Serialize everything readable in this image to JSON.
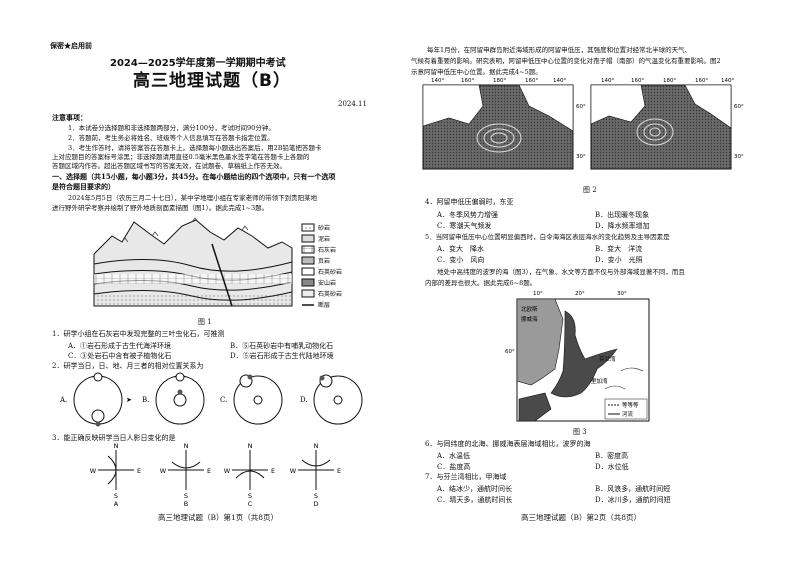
{
  "left": {
    "confidential": "保密★启用前",
    "exam_title": "2024—2025学年度第一学期期中考试",
    "subject_title": "高三地理试题（B）",
    "date": "2024.11",
    "notice_heading": "注意事项：",
    "notices": [
      "1．本试卷分选择题和非选择题两部分，满分100分，考试时间90分钟。",
      "2．答题前，考生务必将姓名、班级等个人信息填写在答题卡指定位置。",
      "3．考生作答时，请将答案答在答题卡上。选择题每小题选出答案后，用2B铅笔把答题卡",
      "上对应题目的答案标号涂黑；非选择题请用直径0.5毫米黑色墨水签字笔在答题卡上各题的",
      "答题区域内作答。超出答题区域书写的答案无效，在试题卷、草稿纸上作答无效。"
    ],
    "section1_a": "一、选择题（共15小题，每小题3分，共45分。在每小题给出的四个选项中，只有一个选项",
    "section1_b": "是符合题目要求的）",
    "intro_a": "2024年5月5日（农历三月二十七日），某中学地理小组在专家老师的带领下到贵阳某地",
    "intro_b": "进行野外研学考察并绘制了野外地质剖面素描图（图1）。据此完成1~3题。",
    "fig1_legend": [
      "砂岩",
      "泥岩",
      "石灰岩",
      "页岩",
      "石英砂岩",
      "安山岩",
      "石英砂岩",
      "断层"
    ],
    "fig1_caption": "图 1",
    "q1": "1．研学小组在石灰岩中发现完整的三叶虫化石，可推测",
    "q1_opts": [
      "A．①岩石形成于古生代海洋环境",
      "B．⑤石英砂岩中有哺乳动物化石",
      "C．③处岩石中含有被子植物化石",
      "D．⑤岩石形成于古生代陆地环境"
    ],
    "q2": "2．研学当日，日、地、月三者的相对位置关系为",
    "q2_letters": [
      "A.",
      "B.",
      "C.",
      "D."
    ],
    "q3": "3．能正确反映研学当日人影日变化的是",
    "q3_letters": [
      "A",
      "B",
      "C",
      "D"
    ],
    "compass": [
      "N",
      "S",
      "W",
      "E"
    ],
    "footer": "高三地理试题（B）第1页（共8页）"
  },
  "right": {
    "intro_a": "每年1月份，在阿留申群岛附近海域形成的阿留申低压，其强度和位置对经常北半球的天气、",
    "intro_b": "气候有着重要的影响。研究表明，阿留申低压中心位置的变化对孢子帽（南部）的气温变化有重要影响。图2",
    "intro_c": "示意阿留申低压中心位置。据此完成4~5题。",
    "fig2_lon_labels": [
      "140°",
      "160°",
      "180°",
      "160°",
      "140°",
      "140°",
      "160°",
      "180°",
      "160°",
      "140°"
    ],
    "fig2_lat_labels": [
      "60°",
      "30°",
      "60°",
      "30°"
    ],
    "fig2_caption": "图 2",
    "q4": "4．阿留申低压偏弱时，东亚",
    "q4_opts": [
      "A．冬季风势力增强",
      "B．出现暖冬现象",
      "C．寒潮天气频发",
      "D．降水频率增加"
    ],
    "q5": "5．当阿留申低压中心位置明显偏西时，白令海海区表层海水的变化趋势及主导因素是",
    "q5_opts": [
      "A．变大　降水",
      "B．变大　洋流",
      "C．变小　风向",
      "D．变小　光照"
    ],
    "intro2_a": "地处中高纬度的波罗的海（图3），在气象、水文等方面不仅与外部海域显著不同，而且",
    "intro2_b": "内部的差异也很大。据此完成6~8题。",
    "fig3_top_labels": [
      "10°",
      "20°",
      "30°"
    ],
    "fig3_side_label": "60°",
    "fig3_map_labels": [
      "北欧斯",
      "挪威海",
      "波的尼亚",
      "芬兰湾",
      "里加湾"
    ],
    "fig3_legend": [
      "等等等",
      "河流"
    ],
    "fig3_caption": "图 3",
    "q6": "6．与同纬度的北海、挪威海表层海域相比，波罗的海",
    "q6_opts": [
      "A．水温低",
      "B．密度高",
      "C．盐度高",
      "D．水位低"
    ],
    "q7": "7．与芬兰湾相比，甲海域",
    "q7_opts": [
      "A．结冰少，通航时间长",
      "B．风浪多，通航时间短",
      "C．晴天多，通航时间长",
      "D．冰川多，通航时间短"
    ],
    "footer": "高三地理试题（B）第2页（共8页）"
  }
}
